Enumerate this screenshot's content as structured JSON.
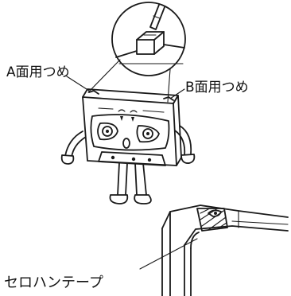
{
  "labels": {
    "tab_a": "A面用つめ",
    "tab_b": "B面用つめ",
    "cellophane_tape": "セロハンテープ"
  }
}
